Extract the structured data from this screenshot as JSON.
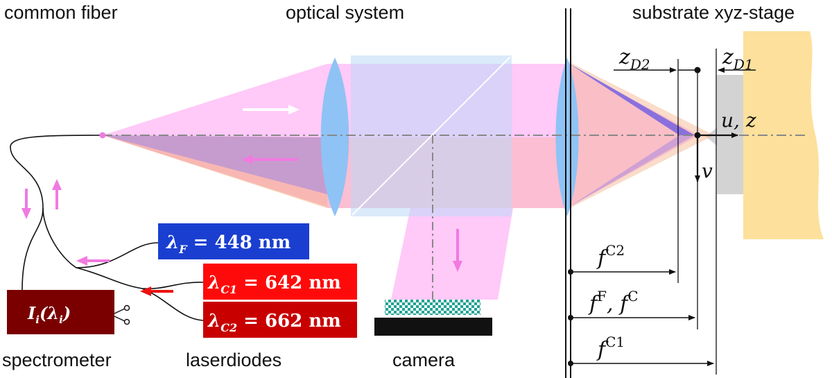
{
  "labels": {
    "common_fiber": "common fiber",
    "optical_system": "optical system",
    "substrate_stage": "substrate xyz-stage",
    "spectrometer": "spectrometer",
    "laserdiodes": "laserdiodes",
    "camera": "camera"
  },
  "spectrometer_box": {
    "text": "I_i(λ_i)",
    "color": "#7a0000"
  },
  "lasers": [
    {
      "text": "λ_F = 448 nm",
      "color": "#1a3fd0"
    },
    {
      "text": "λ_C1 = 642 nm",
      "color": "#ff0a0a"
    },
    {
      "text": "λ_C2 = 662 nm",
      "color": "#c80000"
    }
  ],
  "focal_labels": [
    {
      "symbol": "f",
      "sup": "C2"
    },
    {
      "symbol": "f",
      "sup": "F",
      "sep": ", ",
      "symbol2": "f",
      "sup2": "C"
    },
    {
      "symbol": "f",
      "sup": "C1"
    }
  ],
  "distance_labels": [
    {
      "symbol": "z",
      "sub": "D2"
    },
    {
      "symbol": "z",
      "sub": "D1"
    }
  ],
  "axis_labels": {
    "uz": "u, z",
    "v": "v"
  },
  "colors": {
    "beam_pink": "#ff9cf2",
    "beam_orange": "#f2a77a",
    "beam_blue": "#7a6df0",
    "lens": "#8fc3f5",
    "cube": "#bcd9f7",
    "substrate": "#fde09b",
    "stage_gray": "#d3d3d3",
    "arrow_pink": "#f07ae0",
    "arrow_red": "#ee1111",
    "checker": "#22a293"
  }
}
